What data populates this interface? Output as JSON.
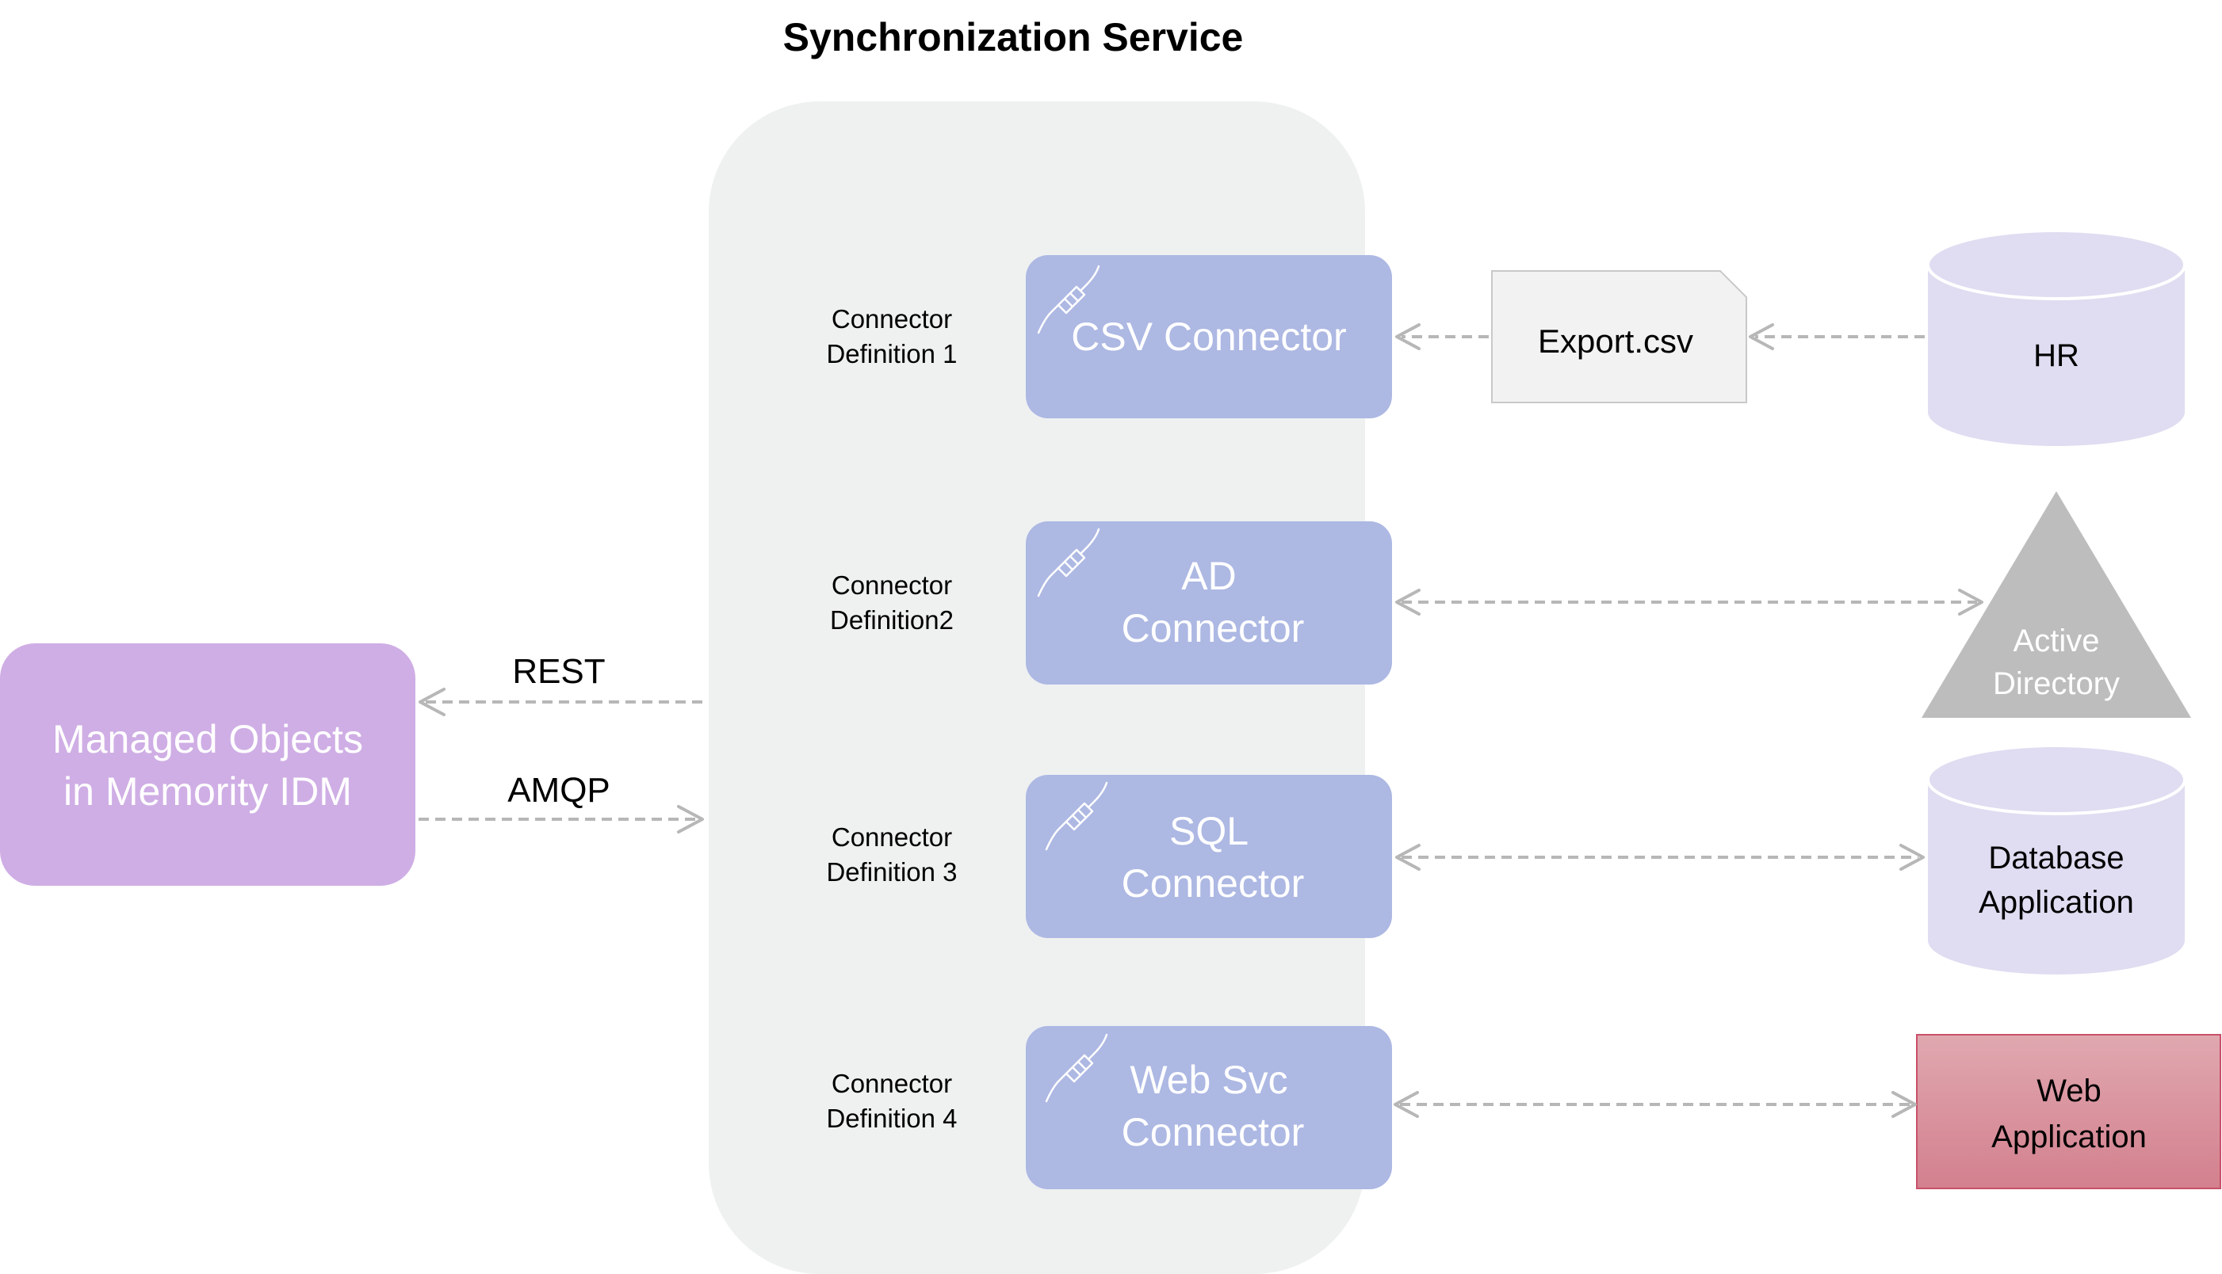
{
  "title": "Synchronization Service",
  "managed_objects": {
    "line1": "Managed Objects",
    "line2": "in Memority IDM"
  },
  "protocols": {
    "rest": "REST",
    "amqp": "AMQP"
  },
  "definitions": [
    {
      "line1": "Connector",
      "line2": "Definition 1"
    },
    {
      "line1": "Connector",
      "line2": "Definition2"
    },
    {
      "line1": "Connector",
      "line2": "Definition 3"
    },
    {
      "line1": "Connector",
      "line2": "Definition 4"
    }
  ],
  "connectors": [
    {
      "lines": [
        "CSV Connector"
      ],
      "icon": "plug-icon"
    },
    {
      "lines": [
        "AD",
        "Connector"
      ],
      "icon": "plug-icon"
    },
    {
      "lines": [
        "SQL",
        "Connector"
      ],
      "icon": "plug-icon"
    },
    {
      "lines": [
        "Web Svc",
        "Connector"
      ],
      "icon": "plug-icon"
    }
  ],
  "export_file": "Export.csv",
  "targets": {
    "hr": "HR",
    "active_directory": {
      "line1": "Active",
      "line2": "Directory"
    },
    "database": {
      "line1": "Database",
      "line2": "Application"
    },
    "web_app": {
      "line1": "Web",
      "line2": "Application"
    }
  },
  "colors": {
    "service_panel": "#eff1f1",
    "connector": "#adb8e3",
    "managed_objects": "#cfaee5",
    "database": "#e0dcf1",
    "active_directory": "#bdbdbd",
    "file": "#f2f2f2",
    "web_app": "#d88a96"
  }
}
